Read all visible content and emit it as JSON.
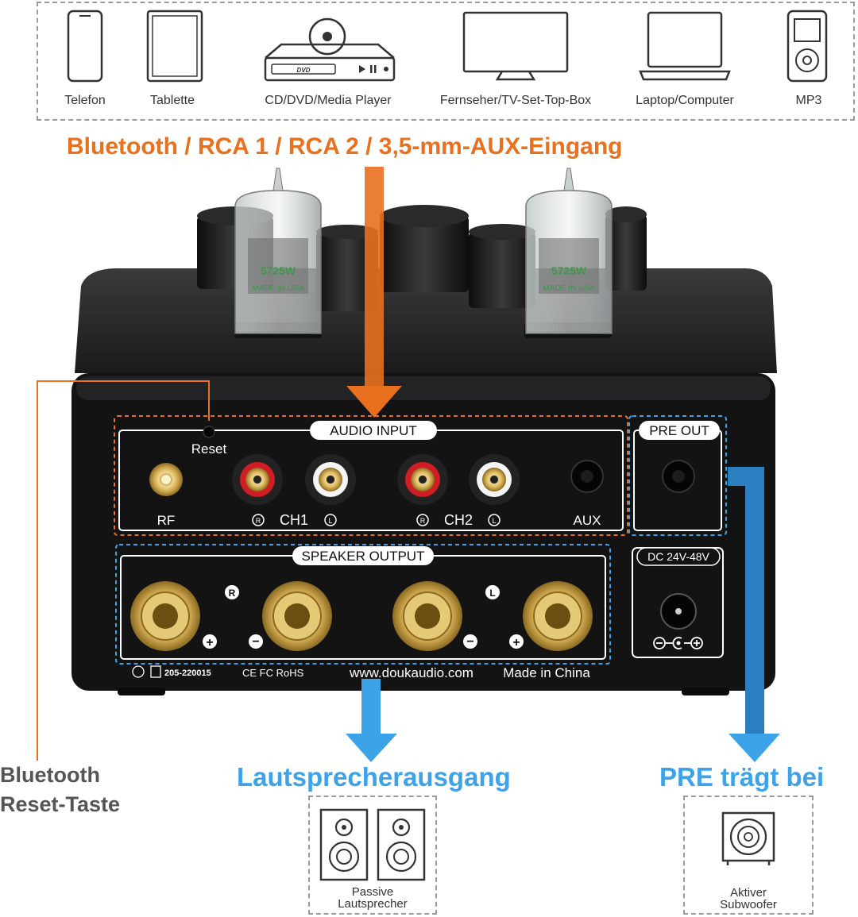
{
  "source_devices": [
    {
      "icon": "smartphone-icon",
      "label": "Telefon"
    },
    {
      "icon": "tablet-icon",
      "label": "Tablette"
    },
    {
      "icon": "dvd-player-icon",
      "label": "CD/DVD/Media Player"
    },
    {
      "icon": "tv-icon",
      "label": "Fernseher/TV-Set-Top-Box"
    },
    {
      "icon": "laptop-icon",
      "label": "Laptop/Computer"
    },
    {
      "icon": "mp3-player-icon",
      "label": "MP3"
    }
  ],
  "dvd_badge": "DVD",
  "input_headline": "Bluetooth / RCA 1 / RCA 2 / 3,5-mm-AUX-Eingang",
  "tube_marking": {
    "line1": "5725W",
    "line2": "MADE IN USA"
  },
  "panel": {
    "audio_input_label": "AUDIO INPUT",
    "reset_label": "Reset",
    "rf_label": "RF",
    "ch1_label": "CH1",
    "ch2_label": "CH2",
    "aux_label": "AUX",
    "r_mark": "R",
    "l_mark": "L",
    "plus": "+",
    "minus": "−",
    "pre_out_label": "PRE OUT",
    "speaker_output_label": "SPEAKER OUTPUT",
    "dc_label": "DC 24V-48V",
    "cert_text": "205-220015",
    "cert_marks": "CE FC RoHS",
    "website": "www.doukaudio.com",
    "made_in": "Made in China"
  },
  "reset_headline": {
    "line1": "Bluetooth",
    "line2": "Reset-Taste"
  },
  "speaker_headline": "Lautsprecherausgang",
  "pre_headline": "PRE trägt bei",
  "passive_speaker": {
    "line1": "Passive",
    "line2": "Lautsprecher"
  },
  "active_sub": {
    "line1": "Aktiver",
    "line2": "Subwoofer"
  },
  "colors": {
    "orange": "#e8701f",
    "blue": "#3da3e8",
    "dark_blue": "#2b7fc0",
    "gold": "#d4b25c"
  }
}
